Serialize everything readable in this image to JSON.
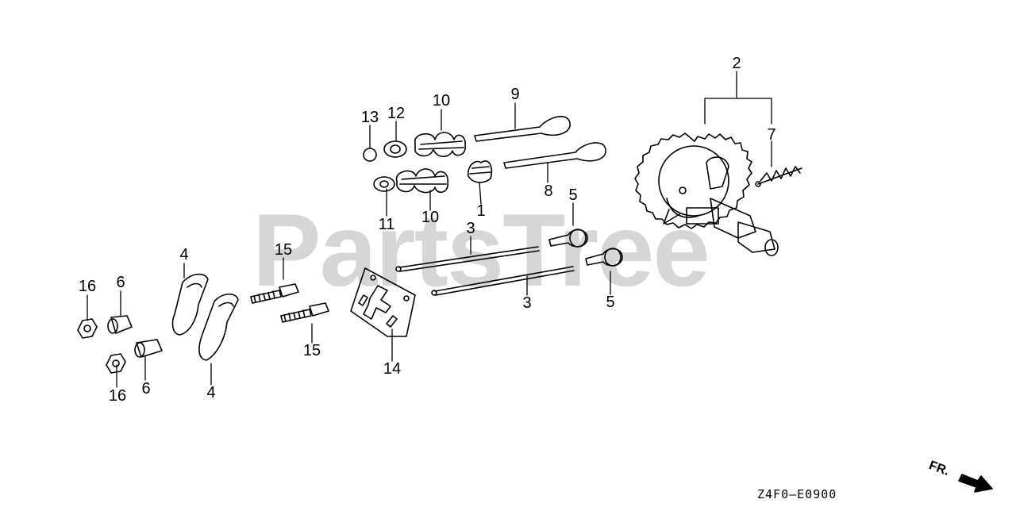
{
  "diagram": {
    "watermark": "PartsTree",
    "diagram_code": "Z4F0—E0900",
    "direction_label": "FR.",
    "callouts": [
      {
        "id": "13",
        "label": "13"
      },
      {
        "id": "12",
        "label": "12"
      },
      {
        "id": "10a",
        "label": "10"
      },
      {
        "id": "9",
        "label": "9"
      },
      {
        "id": "2",
        "label": "2"
      },
      {
        "id": "7",
        "label": "7"
      },
      {
        "id": "8",
        "label": "8"
      },
      {
        "id": "1",
        "label": "1"
      },
      {
        "id": "11",
        "label": "11"
      },
      {
        "id": "10b",
        "label": "10"
      },
      {
        "id": "5a",
        "label": "5"
      },
      {
        "id": "3a",
        "label": "3"
      },
      {
        "id": "15a",
        "label": "15"
      },
      {
        "id": "4a",
        "label": "4"
      },
      {
        "id": "16a",
        "label": "16"
      },
      {
        "id": "6a",
        "label": "6"
      },
      {
        "id": "3b",
        "label": "3"
      },
      {
        "id": "5b",
        "label": "5"
      },
      {
        "id": "15b",
        "label": "15"
      },
      {
        "id": "16b",
        "label": "16"
      },
      {
        "id": "6b",
        "label": "6"
      },
      {
        "id": "4b",
        "label": "4"
      },
      {
        "id": "14",
        "label": "14"
      }
    ]
  }
}
